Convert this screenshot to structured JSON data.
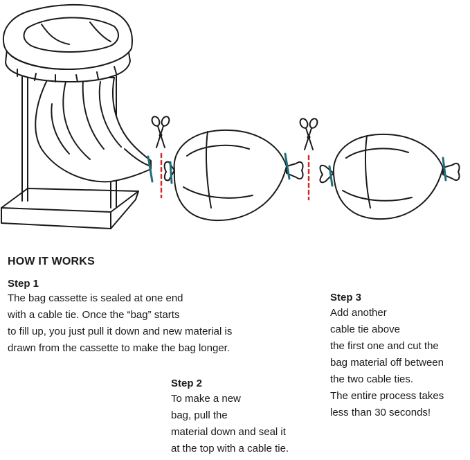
{
  "how_it_works": {
    "heading": "HOW IT WORKS",
    "step1": {
      "title": "Step 1",
      "lines": [
        "The bag cassette is sealed at one end",
        "with a cable tie. Once the “bag” starts",
        "to fill up, you just pull it down and new material is",
        "drawn from the cassette to make the bag longer."
      ]
    },
    "step2": {
      "title": "Step 2",
      "lines": [
        "To make a new",
        "bag, pull the",
        "material down and seal it",
        "at the top with a cable tie."
      ]
    },
    "step3": {
      "title": "Step 3",
      "lines": [
        "Add another",
        "cable tie above",
        "the first one and cut the",
        "bag material off between",
        "the two cable ties.",
        "The entire process takes",
        "less than 30 seconds!"
      ]
    }
  },
  "colors": {
    "outline": "#1a1a1a",
    "cable_tie": "#1f6f7a",
    "cut_line": "#d42a2a"
  },
  "icons": [
    "scissors-icon",
    "scissors-icon"
  ]
}
